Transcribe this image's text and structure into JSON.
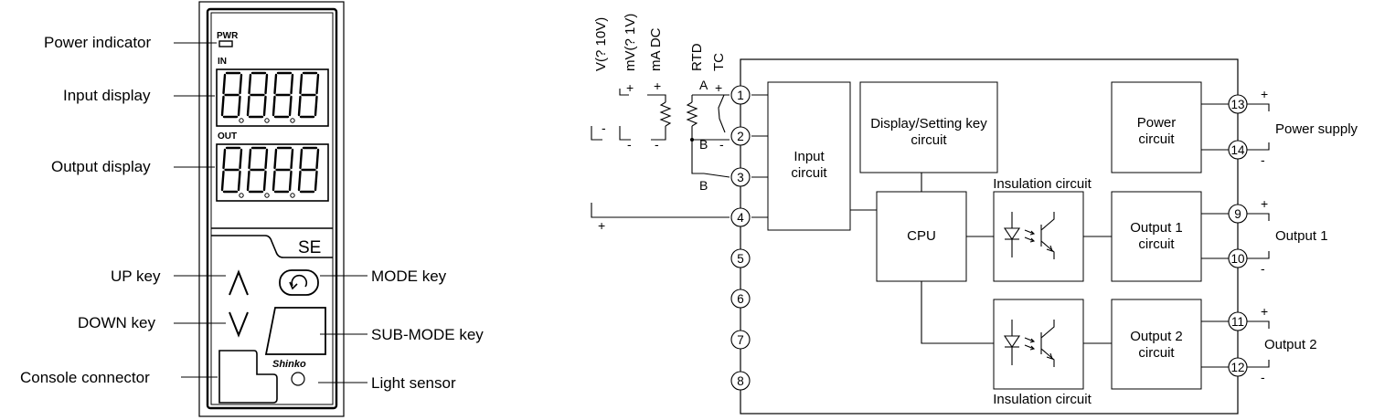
{
  "front_panel": {
    "callouts": {
      "power_indicator": "Power indicator",
      "input_display": "Input display",
      "output_display": "Output display",
      "up_key": "UP key",
      "down_key": "DOWN key",
      "console_connector": "Console connector",
      "mode_key": "MODE key",
      "sub_mode_key": "SUB-MODE key",
      "light_sensor": "Light sensor"
    },
    "pwr_label": "PWR",
    "in_label": "IN",
    "out_label": "OUT",
    "model": "SE",
    "brand": "Shinko"
  },
  "block_diagram": {
    "input_types": [
      "V(? 10V)",
      "mV(? 1V)",
      "mA DC",
      "RTD",
      "TC"
    ],
    "terminal_numbers": [
      "1",
      "2",
      "3",
      "4",
      "5",
      "6",
      "7",
      "8",
      "9",
      "10",
      "11",
      "12",
      "13",
      "14"
    ],
    "rtd_terminals": {
      "a": "A",
      "b1": "B",
      "b2": "B"
    },
    "blocks": {
      "input_circuit": [
        "Input",
        "circuit"
      ],
      "display_circuit": [
        "Display/Setting key",
        "circuit"
      ],
      "cpu": "CPU",
      "power_circuit": [
        "Power",
        "circuit"
      ],
      "output1_circuit": [
        "Output 1",
        "circuit"
      ],
      "output2_circuit": [
        "Output 2",
        "circuit"
      ]
    },
    "insulation_top": "Insulation circuit",
    "insulation_bottom": "Insulation circuit",
    "outer_labels": {
      "power_supply": "Power supply",
      "output1": "Output 1",
      "output2": "Output 2"
    },
    "polarity": {
      "plus": "+",
      "minus": "-"
    }
  }
}
